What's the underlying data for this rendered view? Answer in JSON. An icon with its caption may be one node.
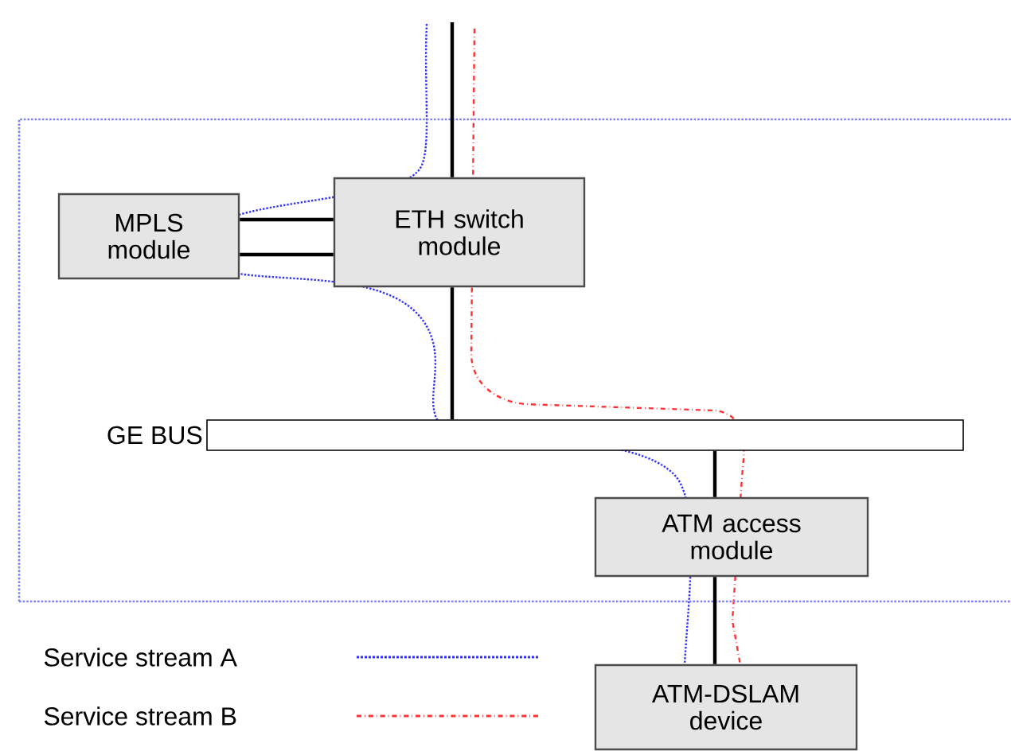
{
  "diagram": {
    "nodes": [
      {
        "text": [],
        "shape": "box"
      },
      {
        "text": [
          "MPLS module"
        ],
        "in": 0
      },
      {
        "text": [
          "ETH switch module"
        ],
        "in": 0
      },
      {
        "text": [
          "GE BUS"
        ],
        "in": 0
      },
      {
        "text": [
          "ATM access module"
        ],
        "in": 0
      },
      {
        "text": [
          "ATM-DSLAM device"
        ]
      }
    ],
    "edges": [
      {
        "from": null,
        "to": 2,
        "arrow": "none"
      },
      {
        "from": 1,
        "to": 2,
        "arrow": "none"
      },
      {
        "from": 1,
        "to": 2,
        "arrow": "none"
      },
      {
        "from": 2,
        "to": 3,
        "arrow": "none"
      },
      {
        "from": 3,
        "to": 4,
        "arrow": "none"
      },
      {
        "from": 4,
        "to": 5,
        "arrow": "none"
      }
    ],
    "legend": [
      {
        "text": "Service stream A"
      },
      {
        "text": "Service stream B"
      }
    ]
  }
}
